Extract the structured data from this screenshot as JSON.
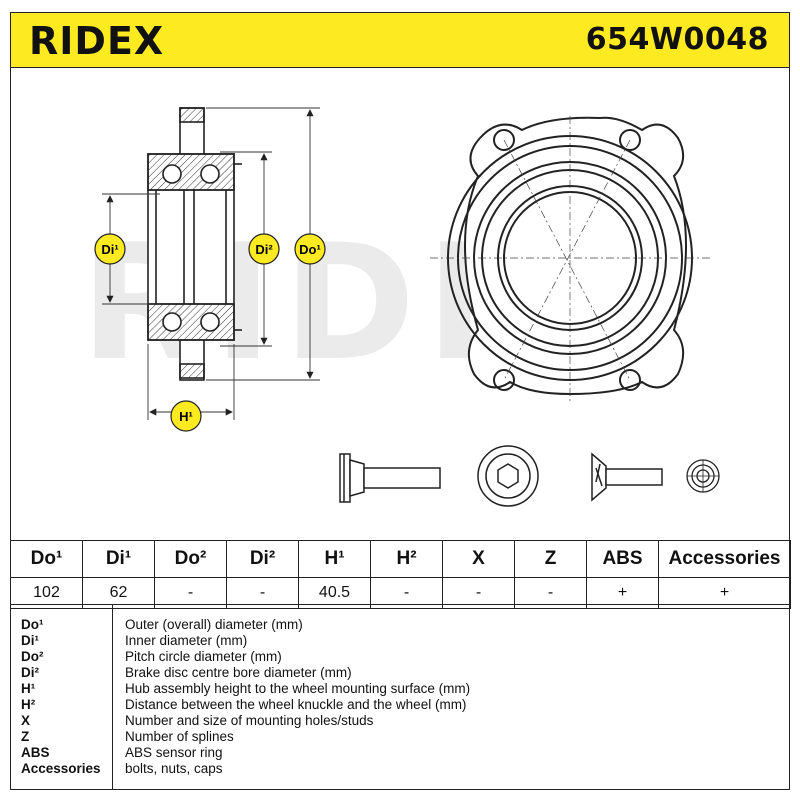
{
  "header": {
    "brand": "RIDEX",
    "part_number": "654W0048",
    "brand_color": "#fdea21"
  },
  "drawing": {
    "watermark": "RIDEX",
    "dimension_labels": {
      "di1": "Di¹",
      "di2": "Di²",
      "do1": "Do¹",
      "h1": "H¹"
    }
  },
  "spec_table": {
    "headers": [
      "Do¹",
      "Di¹",
      "Do²",
      "Di²",
      "H¹",
      "H²",
      "X",
      "Z",
      "ABS",
      "Accessories"
    ],
    "values": [
      "102",
      "62",
      "-",
      "-",
      "40.5",
      "-",
      "-",
      "-",
      "+",
      "+"
    ]
  },
  "legend": [
    {
      "key": "Do¹",
      "desc": "Outer (overall) diameter (mm)"
    },
    {
      "key": "Di¹",
      "desc": "Inner diameter (mm)"
    },
    {
      "key": "Do²",
      "desc": "Pitch circle diameter (mm)"
    },
    {
      "key": "Di²",
      "desc": "Brake disc centre bore diameter (mm)"
    },
    {
      "key": "H¹",
      "desc": "Hub assembly height to the wheel mounting surface (mm)"
    },
    {
      "key": "H²",
      "desc": "Distance between the wheel knuckle and the wheel (mm)"
    },
    {
      "key": "X",
      "desc": "Number and size of mounting holes/studs"
    },
    {
      "key": "Z",
      "desc": "Number of splines"
    },
    {
      "key": "ABS",
      "desc": "ABS sensor ring"
    },
    {
      "key": "Accessories",
      "desc": "bolts, nuts, caps"
    }
  ]
}
